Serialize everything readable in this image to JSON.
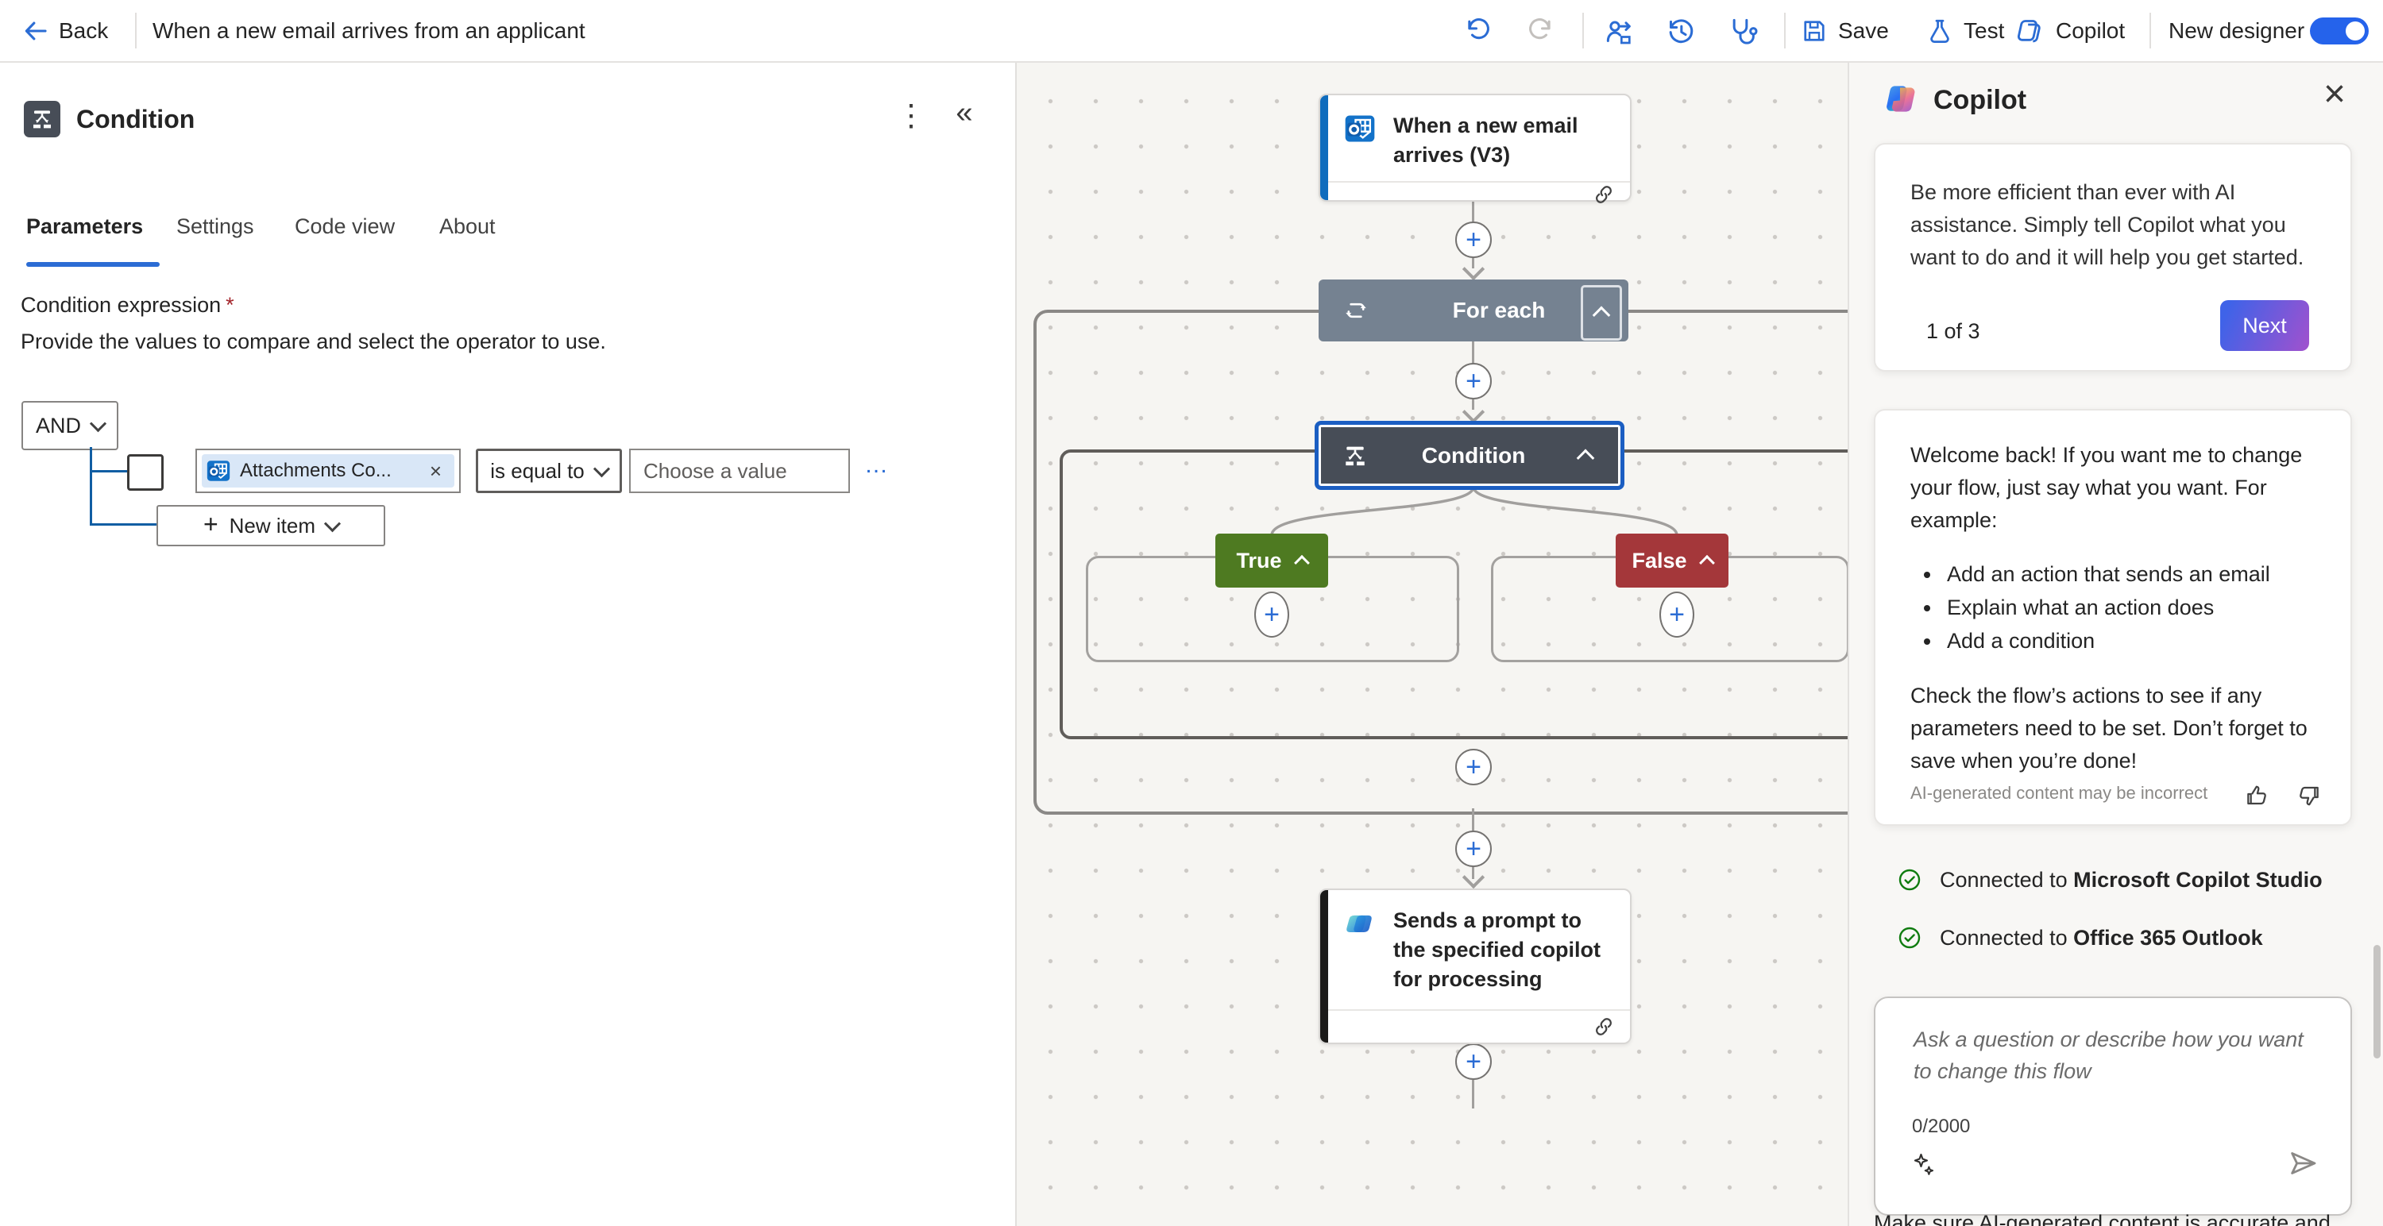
{
  "topbar": {
    "back_label": "Back",
    "flow_title": "When a new email arrives from an applicant",
    "save_label": "Save",
    "test_label": "Test",
    "copilot_label": "Copilot",
    "new_designer_label": "New designer",
    "toggle_state": "on"
  },
  "panel": {
    "title": "Condition",
    "tabs": [
      "Parameters",
      "Settings",
      "Code view",
      "About"
    ],
    "section_title": "Condition expression",
    "required_mark": "*",
    "section_desc": "Provide the values to compare and select the operator to use.",
    "group_operator": "AND",
    "chip_label": "Attachments Co...",
    "operator_value": "is equal to",
    "value_placeholder": "Choose a value",
    "new_item_label": "New item"
  },
  "canvas": {
    "trigger_title": "When a new email arrives (V3)",
    "foreach_label": "For each",
    "condition_label": "Condition",
    "true_label": "True",
    "false_label": "False",
    "sends_title": "Sends a prompt to the specified copilot for processing"
  },
  "copilot": {
    "title": "Copilot",
    "tip_text": "Be more efficient than ever with AI assistance. Simply tell Copilot what you want to do and it will help you get started.",
    "pager": "1 of 3",
    "next_label": "Next",
    "welcome_text": "Welcome back! If you want me to change your flow, just say what you want. For example:",
    "bullets": [
      "Add an action that sends an email",
      "Explain what an action does",
      "Add a condition"
    ],
    "check_text": "Check the flow’s actions to see if any parameters need to be set. Don’t forget to save when you’re done!",
    "disclaimer": "AI-generated content may be incorrect",
    "connected_prefix": "Connected to ",
    "connections": [
      "Microsoft Copilot Studio",
      "Office 365 Outlook"
    ],
    "input_placeholder": "Ask a question or describe how you want to change this flow",
    "char_count": "0/2000",
    "footer_note": "Make sure AI-generated content is accurate and"
  },
  "icons": {
    "kebab": "⋮",
    "collapse": "«",
    "close": "×",
    "close_small": "×",
    "more": "…",
    "plus": "+"
  },
  "colors": {
    "accent_blue": "#2b6cd4",
    "trigger_accent": "#0f6cbd",
    "foreach_fill": "#758291",
    "condition_fill": "#474d57",
    "true_fill": "#4e7a21",
    "false_fill": "#a4373a",
    "next_gradient": [
      "#3f63e8",
      "#9c52cf"
    ],
    "tree_line": "#115ea3",
    "success_green": "#107c10"
  }
}
